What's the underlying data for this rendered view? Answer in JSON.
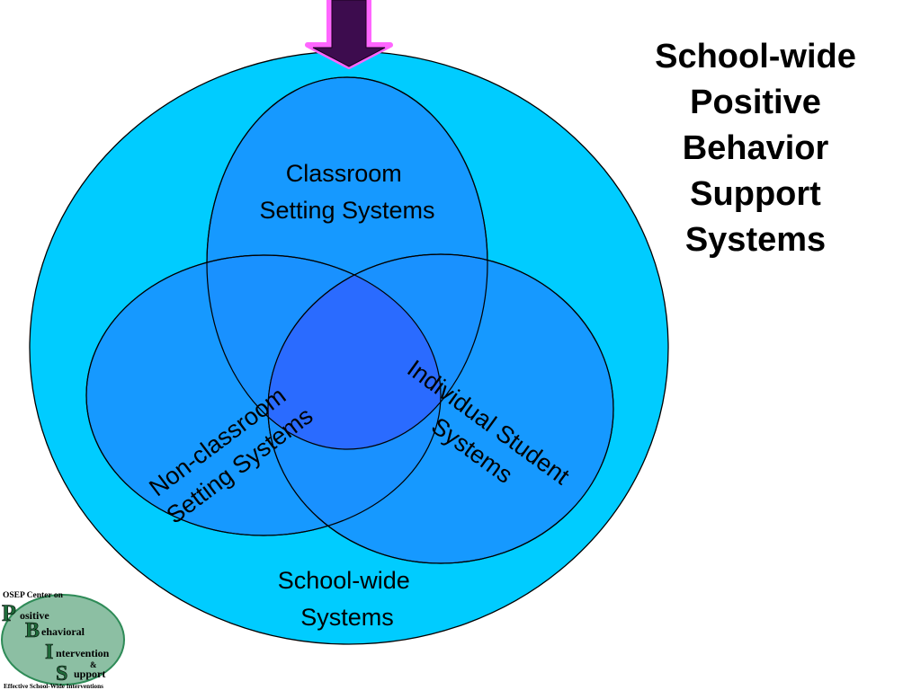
{
  "diagram": {
    "title_lines": [
      "School-wide",
      "Positive",
      "Behavior",
      "Support",
      "Systems"
    ],
    "classroom": {
      "lines": [
        "Classroom",
        "Setting Systems"
      ]
    },
    "nonclassroom": {
      "lines": [
        "Non-classroom",
        "Setting Systems"
      ]
    },
    "individual": {
      "lines": [
        "Individual Student",
        "Systems"
      ]
    },
    "schoolwide": {
      "lines": [
        "School-wide",
        "Systems"
      ]
    }
  },
  "logo": {
    "header": "OSEP Center on",
    "line1_initial": "P",
    "line1_rest": "ositive",
    "line2_initial": "B",
    "line2_rest": "ehavioral",
    "line3_initial": "I",
    "line3_rest": "ntervention",
    "amp": "&",
    "line4_initial": "S",
    "line4_rest": "upport",
    "footer": "Effective School-Wide Interventions"
  },
  "colors": {
    "outer_circle": "#00ccff",
    "inner_ellipse": "#1a8fff",
    "overlap": "#2a6bff",
    "arrow": "#3d0c4e",
    "arrow_glow": "#ff66ff",
    "logo_green": "#2e8b57"
  }
}
